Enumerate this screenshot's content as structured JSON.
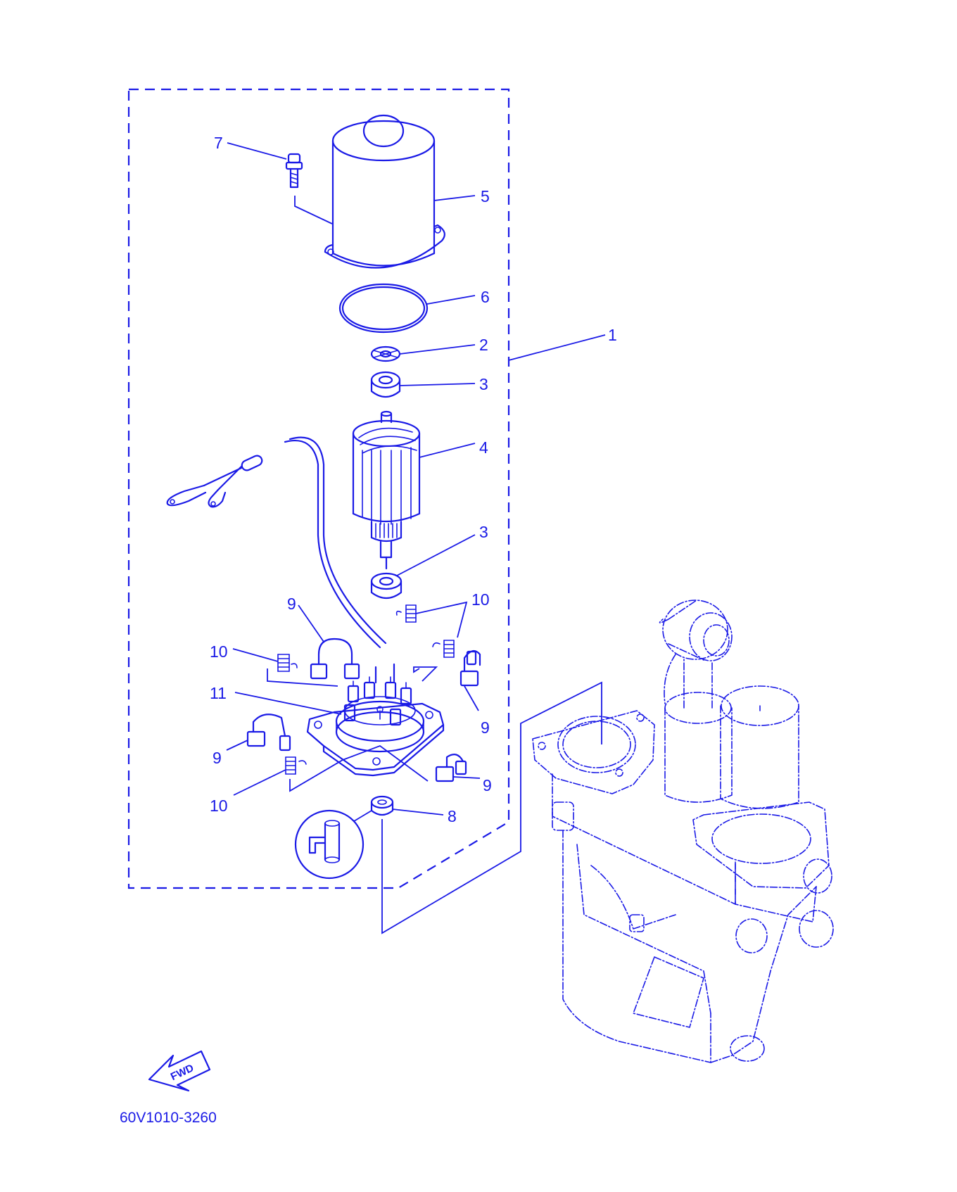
{
  "diagram": {
    "accent_color": "#1a1ae6",
    "drawing_code": "60V1010-3260",
    "direction_arrow": {
      "icon": "fwd-arrow-icon",
      "label": "FWD"
    },
    "callouts": [
      {
        "id": "c1",
        "label": "1"
      },
      {
        "id": "c2",
        "label": "2"
      },
      {
        "id": "c3a",
        "label": "3"
      },
      {
        "id": "c3b",
        "label": "3"
      },
      {
        "id": "c4",
        "label": "4"
      },
      {
        "id": "c5",
        "label": "5"
      },
      {
        "id": "c6",
        "label": "6"
      },
      {
        "id": "c7",
        "label": "7"
      },
      {
        "id": "c8",
        "label": "8"
      },
      {
        "id": "c9a",
        "label": "9"
      },
      {
        "id": "c9b",
        "label": "9"
      },
      {
        "id": "c9c",
        "label": "9"
      },
      {
        "id": "c9d",
        "label": "9"
      },
      {
        "id": "c10a",
        "label": "10"
      },
      {
        "id": "c10b",
        "label": "10"
      },
      {
        "id": "c10c",
        "label": "10"
      },
      {
        "id": "c11",
        "label": "11"
      }
    ]
  }
}
